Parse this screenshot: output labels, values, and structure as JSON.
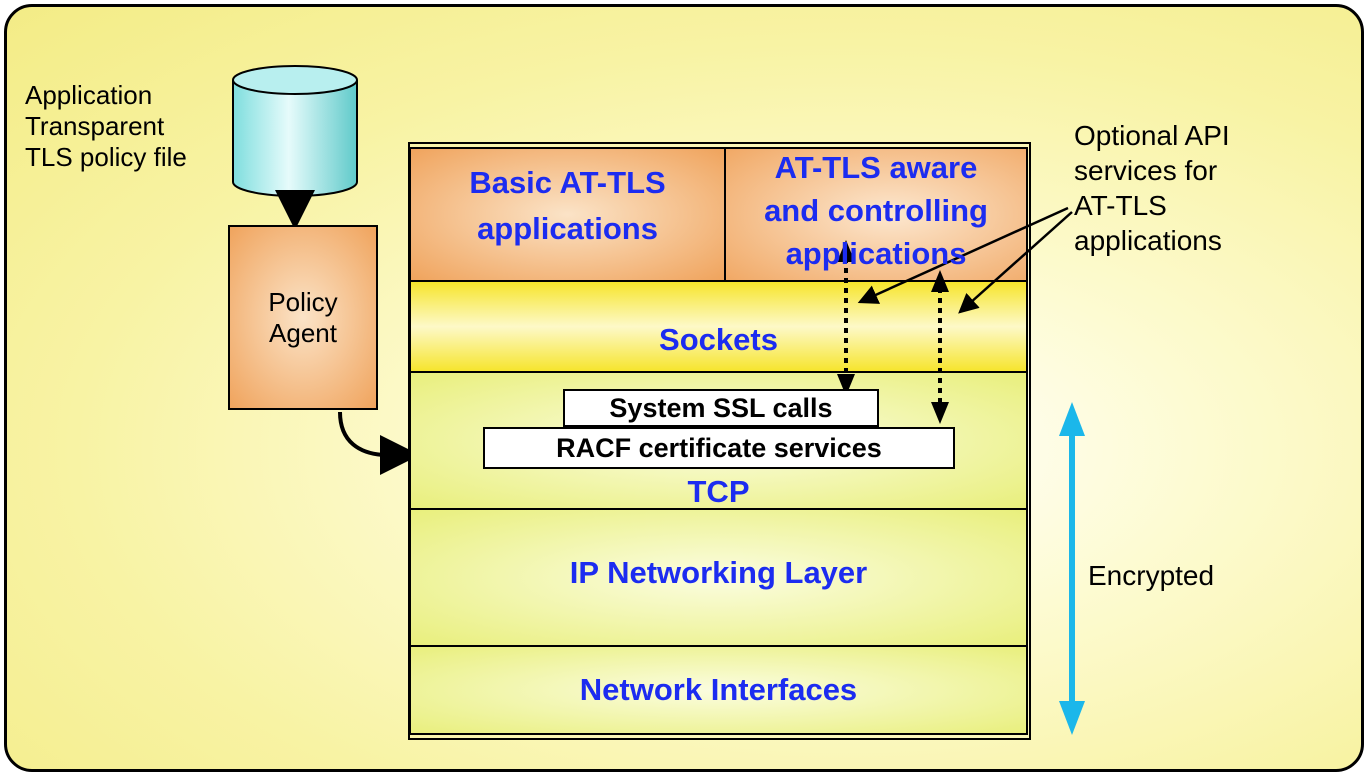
{
  "policy_file": {
    "label_lines": [
      "Application",
      "Transparent",
      "TLS policy file"
    ]
  },
  "policy_agent": {
    "label_lines": [
      "Policy",
      "Agent"
    ]
  },
  "stack": {
    "basic_apps_lines": [
      "Basic AT-TLS",
      "applications"
    ],
    "aware_apps_lines": [
      "AT-TLS aware",
      "and controlling",
      "applications"
    ],
    "sockets": "Sockets",
    "system_ssl": "System SSL calls",
    "racf": "RACF certificate services",
    "tcp": "TCP",
    "ip_layer": "IP Networking Layer",
    "network_interfaces": "Network Interfaces"
  },
  "api_note": {
    "label_lines": [
      "Optional API",
      "services for",
      "AT-TLS",
      "applications"
    ]
  },
  "encrypted": {
    "label": "Encrypted"
  },
  "colors": {
    "label_blue": "#1c2cf0",
    "arrow_cyan": "#1bb7ea",
    "orange": "#f0a860",
    "yellow": "#f5e83a",
    "green_yellow": "#ecf07a"
  }
}
